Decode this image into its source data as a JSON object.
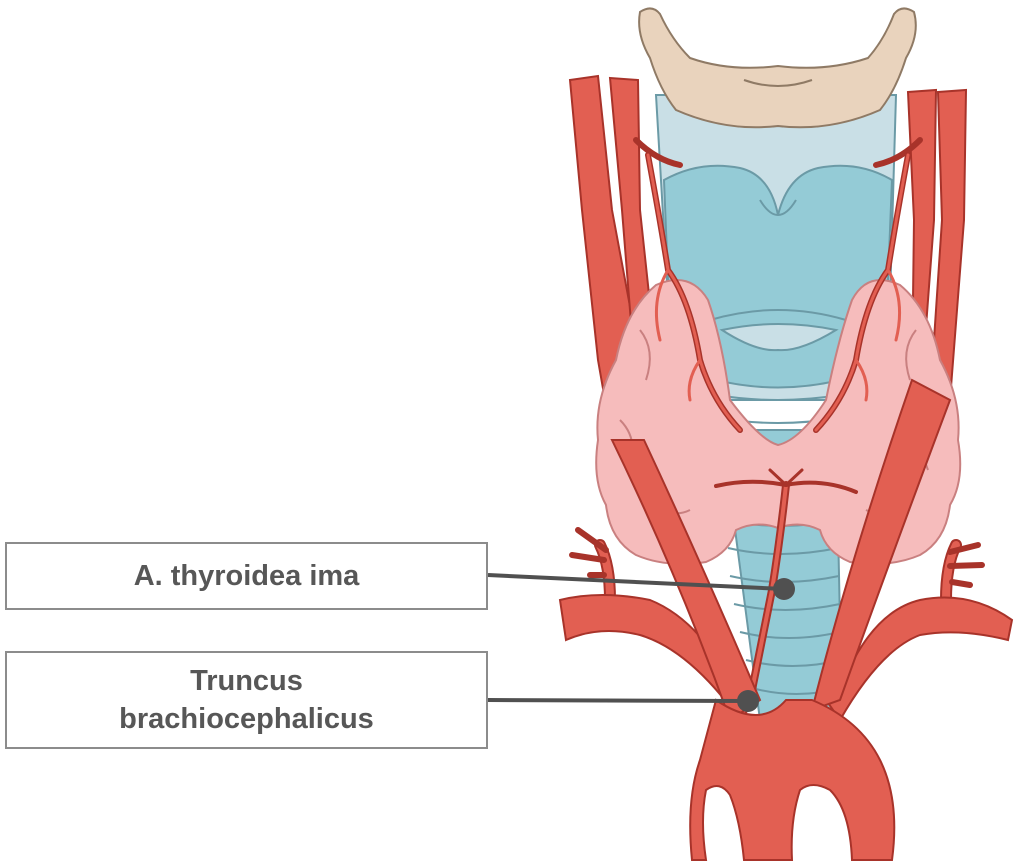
{
  "labels": [
    {
      "id": "ima",
      "text": "A. thyroidea ima"
    },
    {
      "id": "truncus",
      "line1": "Truncus",
      "line2": "brachiocephalicus"
    }
  ],
  "colors": {
    "artery_fill": "#e25f52",
    "artery_outline": "#a8332a",
    "thyroid_fill": "#f6bcbc",
    "thyroid_outline": "#c98080",
    "cartilage_fill": "#94cbd6",
    "cartilage_light": "#c9dfe6",
    "cartilage_outline": "#6b9aa6",
    "hyoid_fill": "#e9d3bd",
    "hyoid_outline": "#8f7a65",
    "label_border": "#8c8c8c",
    "label_text": "#575757",
    "leader_line": "#505050"
  }
}
